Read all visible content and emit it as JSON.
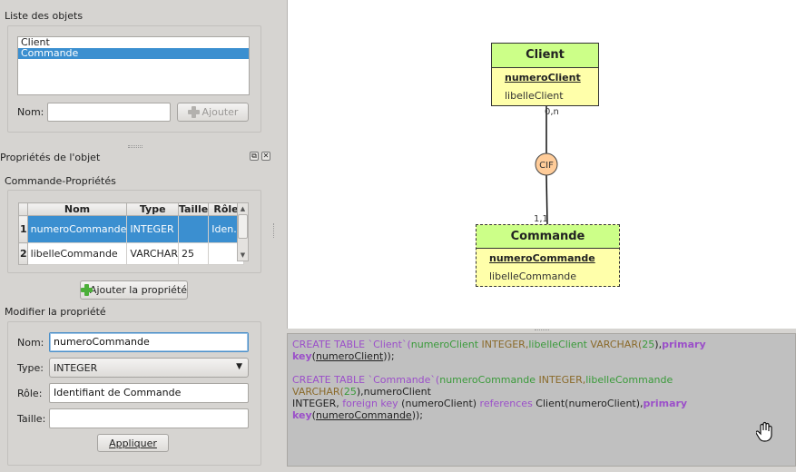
{
  "objects_panel": {
    "title": "Liste des objets",
    "items": [
      "Client",
      "Commande"
    ],
    "selected_index": 1,
    "name_label": "Nom:",
    "name_value": "",
    "add_button": "Ajouter"
  },
  "props_panel": {
    "title": "Propriétés de l'objet",
    "subtitle": "Commande-Propriétés",
    "columns": [
      "Nom",
      "Type",
      "Taille",
      "Rôle"
    ],
    "rows": [
      {
        "num": "1",
        "nom": "numeroCommande",
        "type": "INTEGER",
        "taille": "",
        "role": "Iden..."
      },
      {
        "num": "2",
        "nom": "libelleCommande",
        "type": "VARCHAR",
        "taille": "25",
        "role": ""
      }
    ],
    "add_property_button": "Ajouter la propriété"
  },
  "edit_panel": {
    "title": "Modifier la propriété",
    "name_label": "Nom:",
    "name_value": "numeroCommande",
    "type_label": "Type:",
    "type_value": "INTEGER",
    "role_label": "Rôle:",
    "role_value": "Identifiant de Commande",
    "size_label": "Taille:",
    "size_value": "",
    "apply_button": "Appliquer"
  },
  "diagram": {
    "entities": [
      {
        "name": "Client",
        "key": "numeroClient",
        "attrs": [
          "libelleClient"
        ]
      },
      {
        "name": "Commande",
        "key": "numeroCommande",
        "attrs": [
          "libelleCommande"
        ]
      }
    ],
    "relation": "CIF",
    "card_top": "0,n",
    "card_bottom": "1,1"
  },
  "sql": {
    "line1": {
      "a": "CREATE TABLE `Client`(",
      "b": "numeroClient",
      "c": " INTEGER,",
      "d": "libelleClient",
      "e": " VARCHAR(",
      "f": "25",
      "g": "),",
      "h": "primary key",
      "i": "(",
      "j": "numeroClient",
      "k": "));"
    },
    "line2": {
      "a": "CREATE TABLE `Commande`(",
      "b": "numeroCommande",
      "c": " INTEGER,",
      "d": "libelleCommande",
      "e": " VARCHAR(",
      "f": "25",
      "g": "),numeroClient",
      "h": "INTEGER, ",
      "i": "foreign key",
      "j": " (numeroClient) ",
      "k": "references",
      "l": " Client(numeroClient),",
      "m": "primary key",
      "n": "(",
      "o": "numeroCommande",
      "p": "));"
    }
  }
}
